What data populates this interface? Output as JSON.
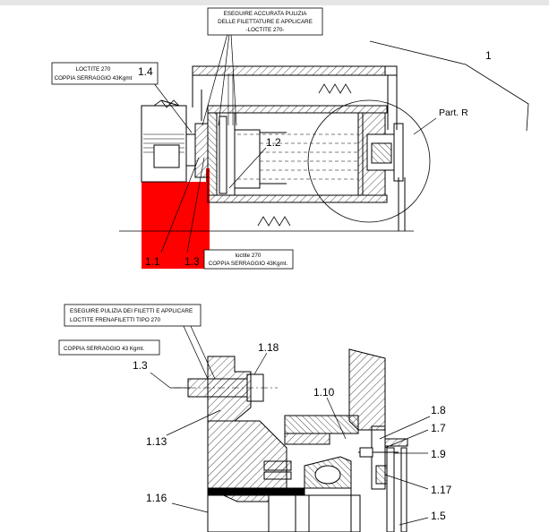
{
  "notes": {
    "top_note_line1": "ESEGUIRE ACCURATA PULIZIA",
    "top_note_line2": "DELLE FILETTATURE E APPLICARE",
    "top_note_line3": "-LOCTITE 270-",
    "left_note_line1": "LOCTITE 270",
    "left_note_line2": "COPPIA SERRAGGIO 43Kgmt",
    "bottom_note_line1": "loctite 270",
    "bottom_note_line2": "COPPIA SERRAGGIO 43Kgmt.",
    "lower_note_line1": "ESEGUIRE PULIZIA DEI FILETTI E APPLICARE",
    "lower_note_line2": "LOCTITE FRENAFILETTI TIPO 270",
    "torque_note": "COPPIA SERRAGGIO 43 Kgmt."
  },
  "refs": {
    "r1": "1",
    "r1_1": "1.1",
    "r1_2": "1.2",
    "r1_3": "1.3",
    "r1_4": "1.4",
    "part_r": "Part. R",
    "lower_1_3": "1.3",
    "r1_18": "1.18",
    "r1_10": "1.10",
    "r1_8": "1.8",
    "r1_7": "1.7",
    "r1_9": "1.9",
    "r1_13": "1.13",
    "r1_16": "1.16",
    "r1_17": "1.17",
    "r1_5": "1.5"
  },
  "colors": {
    "highlight": "#ff0000",
    "line": "#000000",
    "top_bar": "#e6e6e6"
  }
}
